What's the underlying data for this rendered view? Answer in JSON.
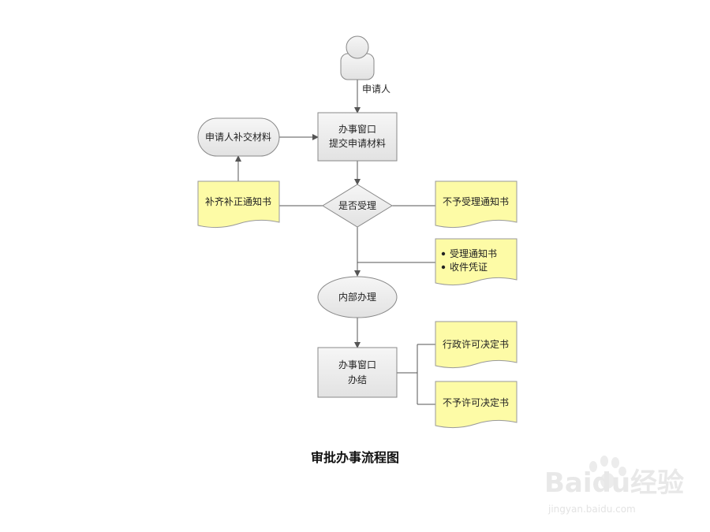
{
  "diagram": {
    "title": "审批办事流程图",
    "actor": {
      "label": "申请人"
    },
    "nodes": {
      "submit": {
        "line1": "办事窗口",
        "line2": "提交申请材料"
      },
      "supplement": {
        "label": "申请人补交材料"
      },
      "decision": {
        "label": "是否受理"
      },
      "correction_notice": {
        "label": "补齐补正通知书"
      },
      "reject_notice": {
        "label": "不予受理通知书"
      },
      "accept_docs": {
        "item1": "受理通知书",
        "item2": "收件凭证"
      },
      "internal": {
        "label": "内部办理"
      },
      "complete": {
        "line1": "办事窗口",
        "line2": "办结"
      },
      "permit": {
        "label": "行政许可决定书"
      },
      "no_permit": {
        "label": "不予许可决定书"
      }
    }
  },
  "watermark": {
    "logo": "Baidu经验",
    "url": "jingyan.baidu.com"
  },
  "colors": {
    "process": "#ececec",
    "document": "#fdfba6",
    "line": "#555555",
    "border": "#888888"
  }
}
